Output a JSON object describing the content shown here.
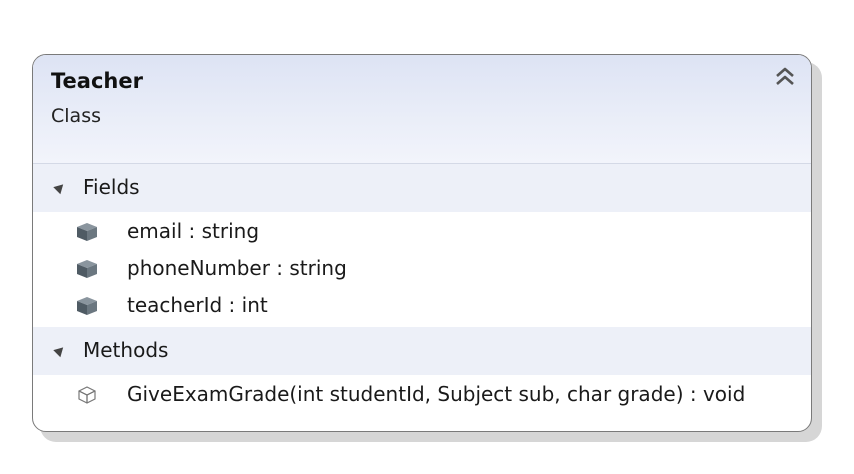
{
  "class": {
    "name": "Teacher",
    "kind": "Class"
  },
  "sections": {
    "fields": {
      "label": "Fields",
      "items": [
        "email : string",
        "phoneNumber : string",
        "teacherId : int"
      ]
    },
    "methods": {
      "label": "Methods",
      "items": [
        "GiveExamGrade(int studentId, Subject sub, char grade) : void"
      ]
    }
  },
  "icons": {
    "collapse": "chevron-double-up-icon",
    "field": "field-icon",
    "method": "method-icon",
    "section_toggle": "expanded-triangle-icon"
  },
  "colors": {
    "header_top": "#dde3f4",
    "section_bg": "#edf0f8",
    "border": "#7a7a7a",
    "icon": "#5a6670"
  }
}
